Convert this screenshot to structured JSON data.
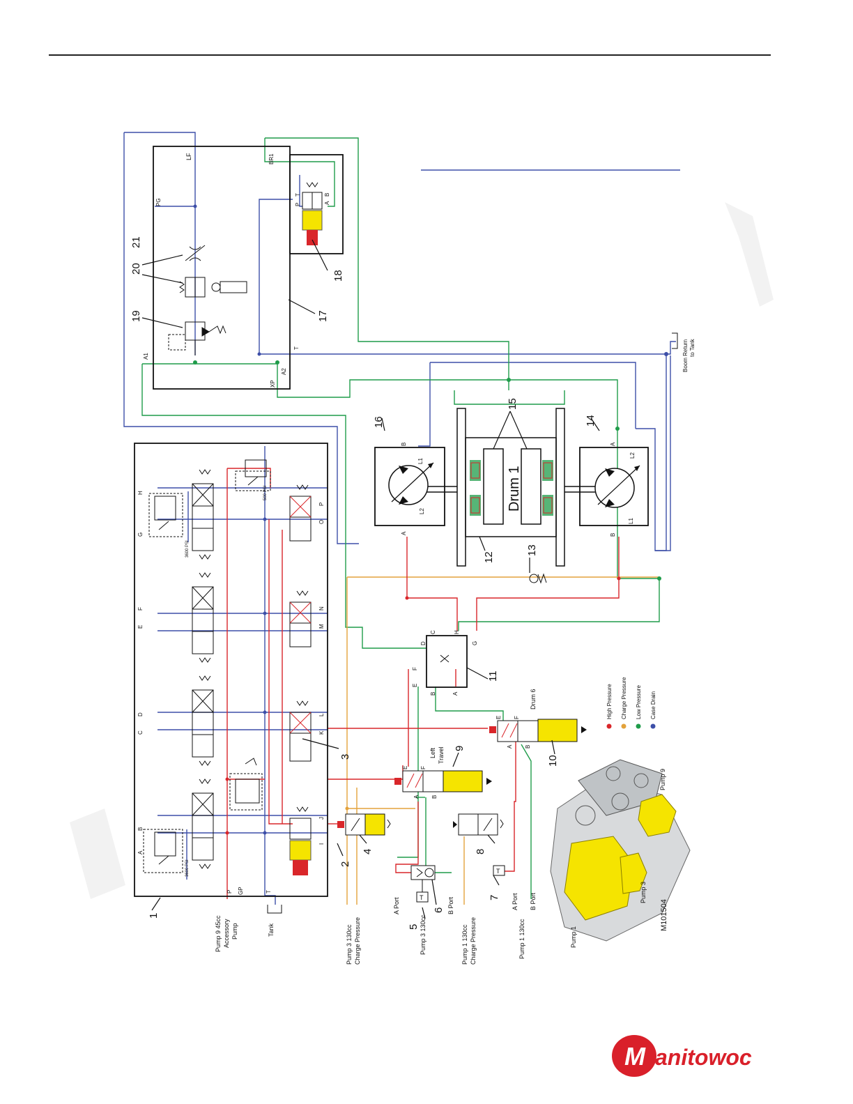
{
  "colors": {
    "high_pressure": "#d9262a",
    "charge_pressure": "#e3a23b",
    "low_pressure": "#1f9c4a",
    "case_drain": "#3d4fa8",
    "component_yellow": "#f5e400",
    "solenoid_red": "#d9262a",
    "brand_red": "#d9202a"
  },
  "legend": [
    {
      "label": "High Pressure",
      "color": "#d9262a"
    },
    {
      "label": "Charge Pressure",
      "color": "#e3a23b"
    },
    {
      "label": "Low Pressure",
      "color": "#1f9c4a"
    },
    {
      "label": "Case Drain",
      "color": "#3d4fa8"
    }
  ],
  "component_numbers": [
    "1",
    "2",
    "3",
    "4",
    "5",
    "6",
    "7",
    "8",
    "9",
    "10",
    "11",
    "12",
    "13",
    "14",
    "15",
    "16",
    "17",
    "18",
    "19",
    "20",
    "21"
  ],
  "top_block_ports": {
    "lf": "LF",
    "pg": "PG",
    "br1": "BR1",
    "a1": "A1",
    "a2": "A2",
    "xp": "XP",
    "t": "T"
  },
  "valve18_ports": {
    "p": "P",
    "t": "T",
    "a": "A",
    "b": "B"
  },
  "main_valve_ports_left": [
    "A",
    "B",
    "C",
    "D",
    "E",
    "F",
    "G",
    "H"
  ],
  "main_valve_ports_right": [
    "I",
    "J",
    "K",
    "L",
    "M",
    "N",
    "O",
    "P"
  ],
  "main_valve_bottom": {
    "p": "P",
    "gp": "GP",
    "t": "T"
  },
  "relief_labels": {
    "r1": "3600 PSI",
    "r2": "3600 PSI",
    "r3": "500 PSI"
  },
  "manifold11_ports": {
    "a": "A",
    "b": "B",
    "c": "C",
    "d": "D",
    "e": "E",
    "f": "F",
    "g": "G",
    "h": "H"
  },
  "motor16_ports": {
    "a": "A",
    "b": "B",
    "l1": "L1",
    "l2": "L2"
  },
  "motor14_ports": {
    "a": "A",
    "b": "B",
    "l1": "L1",
    "l2": "L2"
  },
  "drum_label": "Drum 1",
  "valve9_ports": {
    "a": "A",
    "b": "B",
    "e": "E",
    "f": "F"
  },
  "valve9_note": [
    "Left",
    "Travel"
  ],
  "valve10_ports": {
    "a": "A",
    "b": "B",
    "e": "E",
    "f": "F"
  },
  "valve10_note": "Drum 6",
  "t_box_label": "T",
  "bottom_labels": {
    "pump9": [
      "Pump 9 45cc",
      "Accessory",
      "Pump"
    ],
    "tank": "Tank",
    "pump3_charge": [
      "Pump 3 130cc",
      "Charge Pressure"
    ],
    "a_port_left": "A Port",
    "b_port_left": "B Port",
    "pump3": "Pump 3 130cc",
    "pump1_charge": [
      "Pump 1 130cc",
      "Charge Pressure"
    ],
    "a_port_right": "A Port",
    "b_port_right": "B Port",
    "pump1": "Pump 1 130cc"
  },
  "boom_return": [
    "Boom Return",
    "to Tank"
  ],
  "photo_labels": {
    "pump1": "Pump 1",
    "pump3": "Pump 3",
    "pump9": "Pump 9",
    "figure_id": "M101504"
  },
  "logo_text": "Manitowoc"
}
